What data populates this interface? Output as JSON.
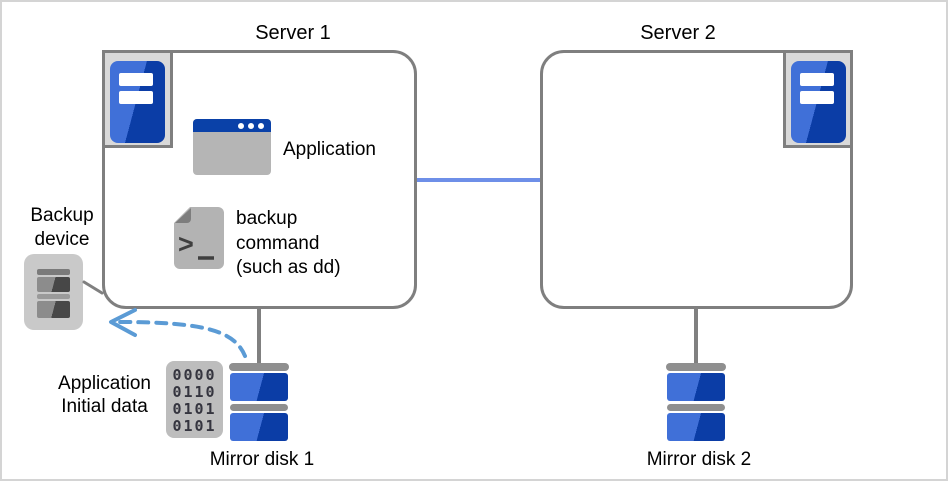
{
  "labels": {
    "server1": "Server 1",
    "server2": "Server 2",
    "application": "Application",
    "backup_command": [
      "backup",
      "command",
      "(such as dd)"
    ],
    "backup_device": [
      "Backup",
      "device"
    ],
    "app_initial_data": [
      "Application",
      "Initial data"
    ],
    "mirror_disk1": "Mirror disk 1",
    "mirror_disk2": "Mirror disk 2"
  },
  "binary_rows": [
    "0000",
    "0110",
    "0101",
    "0101"
  ],
  "prompt": {
    "gt": ">"
  },
  "icons": {
    "server1_corner": "server-tower-icon",
    "server2_corner": "server-tower-icon",
    "application": "app-window-icon",
    "backup_command": "terminal-script-icon",
    "backup_device": "backup-disk-icon",
    "initial_data": "binary-data-icon",
    "mirror_disk1": "mirror-disk-icon",
    "mirror_disk2": "mirror-disk-icon",
    "backup_flow": "dashed-arrow-icon"
  },
  "colors": {
    "frame_border": "#d4d4d4",
    "box_border": "#7f7f7f",
    "icon_box_bg": "#d9d9d9",
    "blue_light": "#4070d8",
    "blue_dark": "#0b3da6",
    "titlebar_blue": "#0a41a8",
    "link_blue": "#6e8fe8",
    "arrow_blue": "#5b9bd5",
    "gray_icon": "#b5b5b5",
    "gray_cap": "#8f8f8f",
    "device_bg": "#c9c9c9",
    "device_light": "#8c8c8c",
    "device_dark": "#474747",
    "binary_bg": "#bdbdbd",
    "binary_text": "#35353f",
    "connector_gray": "#808080",
    "text": "#000000"
  }
}
